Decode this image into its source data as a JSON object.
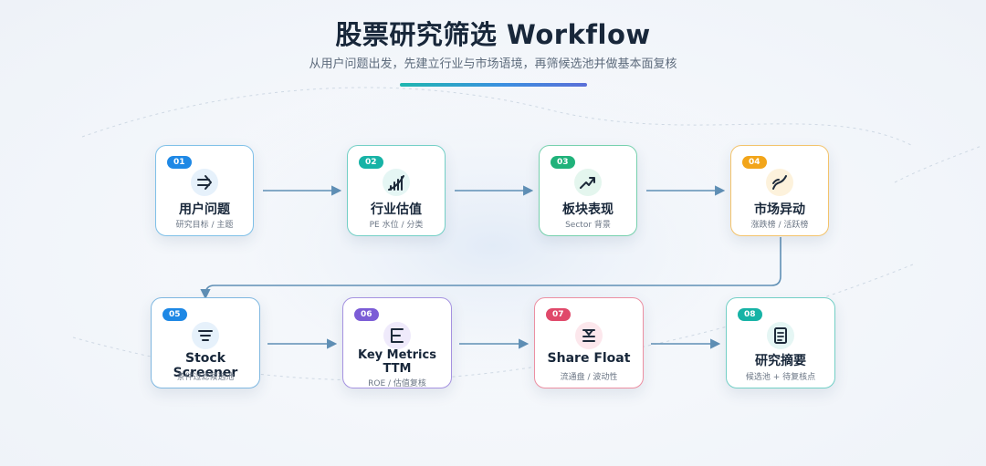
{
  "header": {
    "title": "股票研究筛选 Workflow",
    "subtitle": "从用户问题出发，先建立行业与市场语境，再筛候选池并做基本面复核"
  },
  "steps": [
    {
      "num": "01",
      "title": "用户问题",
      "subtitle": "研究目标 / 主题",
      "icon": "arrow-right-icon",
      "color": "#1e88e5"
    },
    {
      "num": "02",
      "title": "行业估值",
      "subtitle": "PE 水位 / 分类",
      "icon": "bar-chart-icon",
      "color": "#17b3a6"
    },
    {
      "num": "03",
      "title": "板块表现",
      "subtitle": "Sector 背景",
      "icon": "trend-up-icon",
      "color": "#20b27a"
    },
    {
      "num": "04",
      "title": "市场异动",
      "subtitle": "涨跌榜 / 活跃榜",
      "icon": "curve-icon",
      "color": "#f2a51a"
    },
    {
      "num": "05",
      "title": "Stock Screener",
      "subtitle": "条件过滤候选池",
      "icon": "filter-lines-icon",
      "color": "#1e88e5"
    },
    {
      "num": "06",
      "title": "Key Metrics TTM",
      "subtitle": "ROE / 估值复核",
      "icon": "list-icon",
      "color": "#7b5cd6"
    },
    {
      "num": "07",
      "title": "Share Float",
      "subtitle": "流通盘 / 波动性",
      "icon": "float-icon",
      "color": "#e0496a"
    },
    {
      "num": "08",
      "title": "研究摘要",
      "subtitle": "候选池 + 待复核点",
      "icon": "document-icon",
      "color": "#17b3a6"
    }
  ]
}
